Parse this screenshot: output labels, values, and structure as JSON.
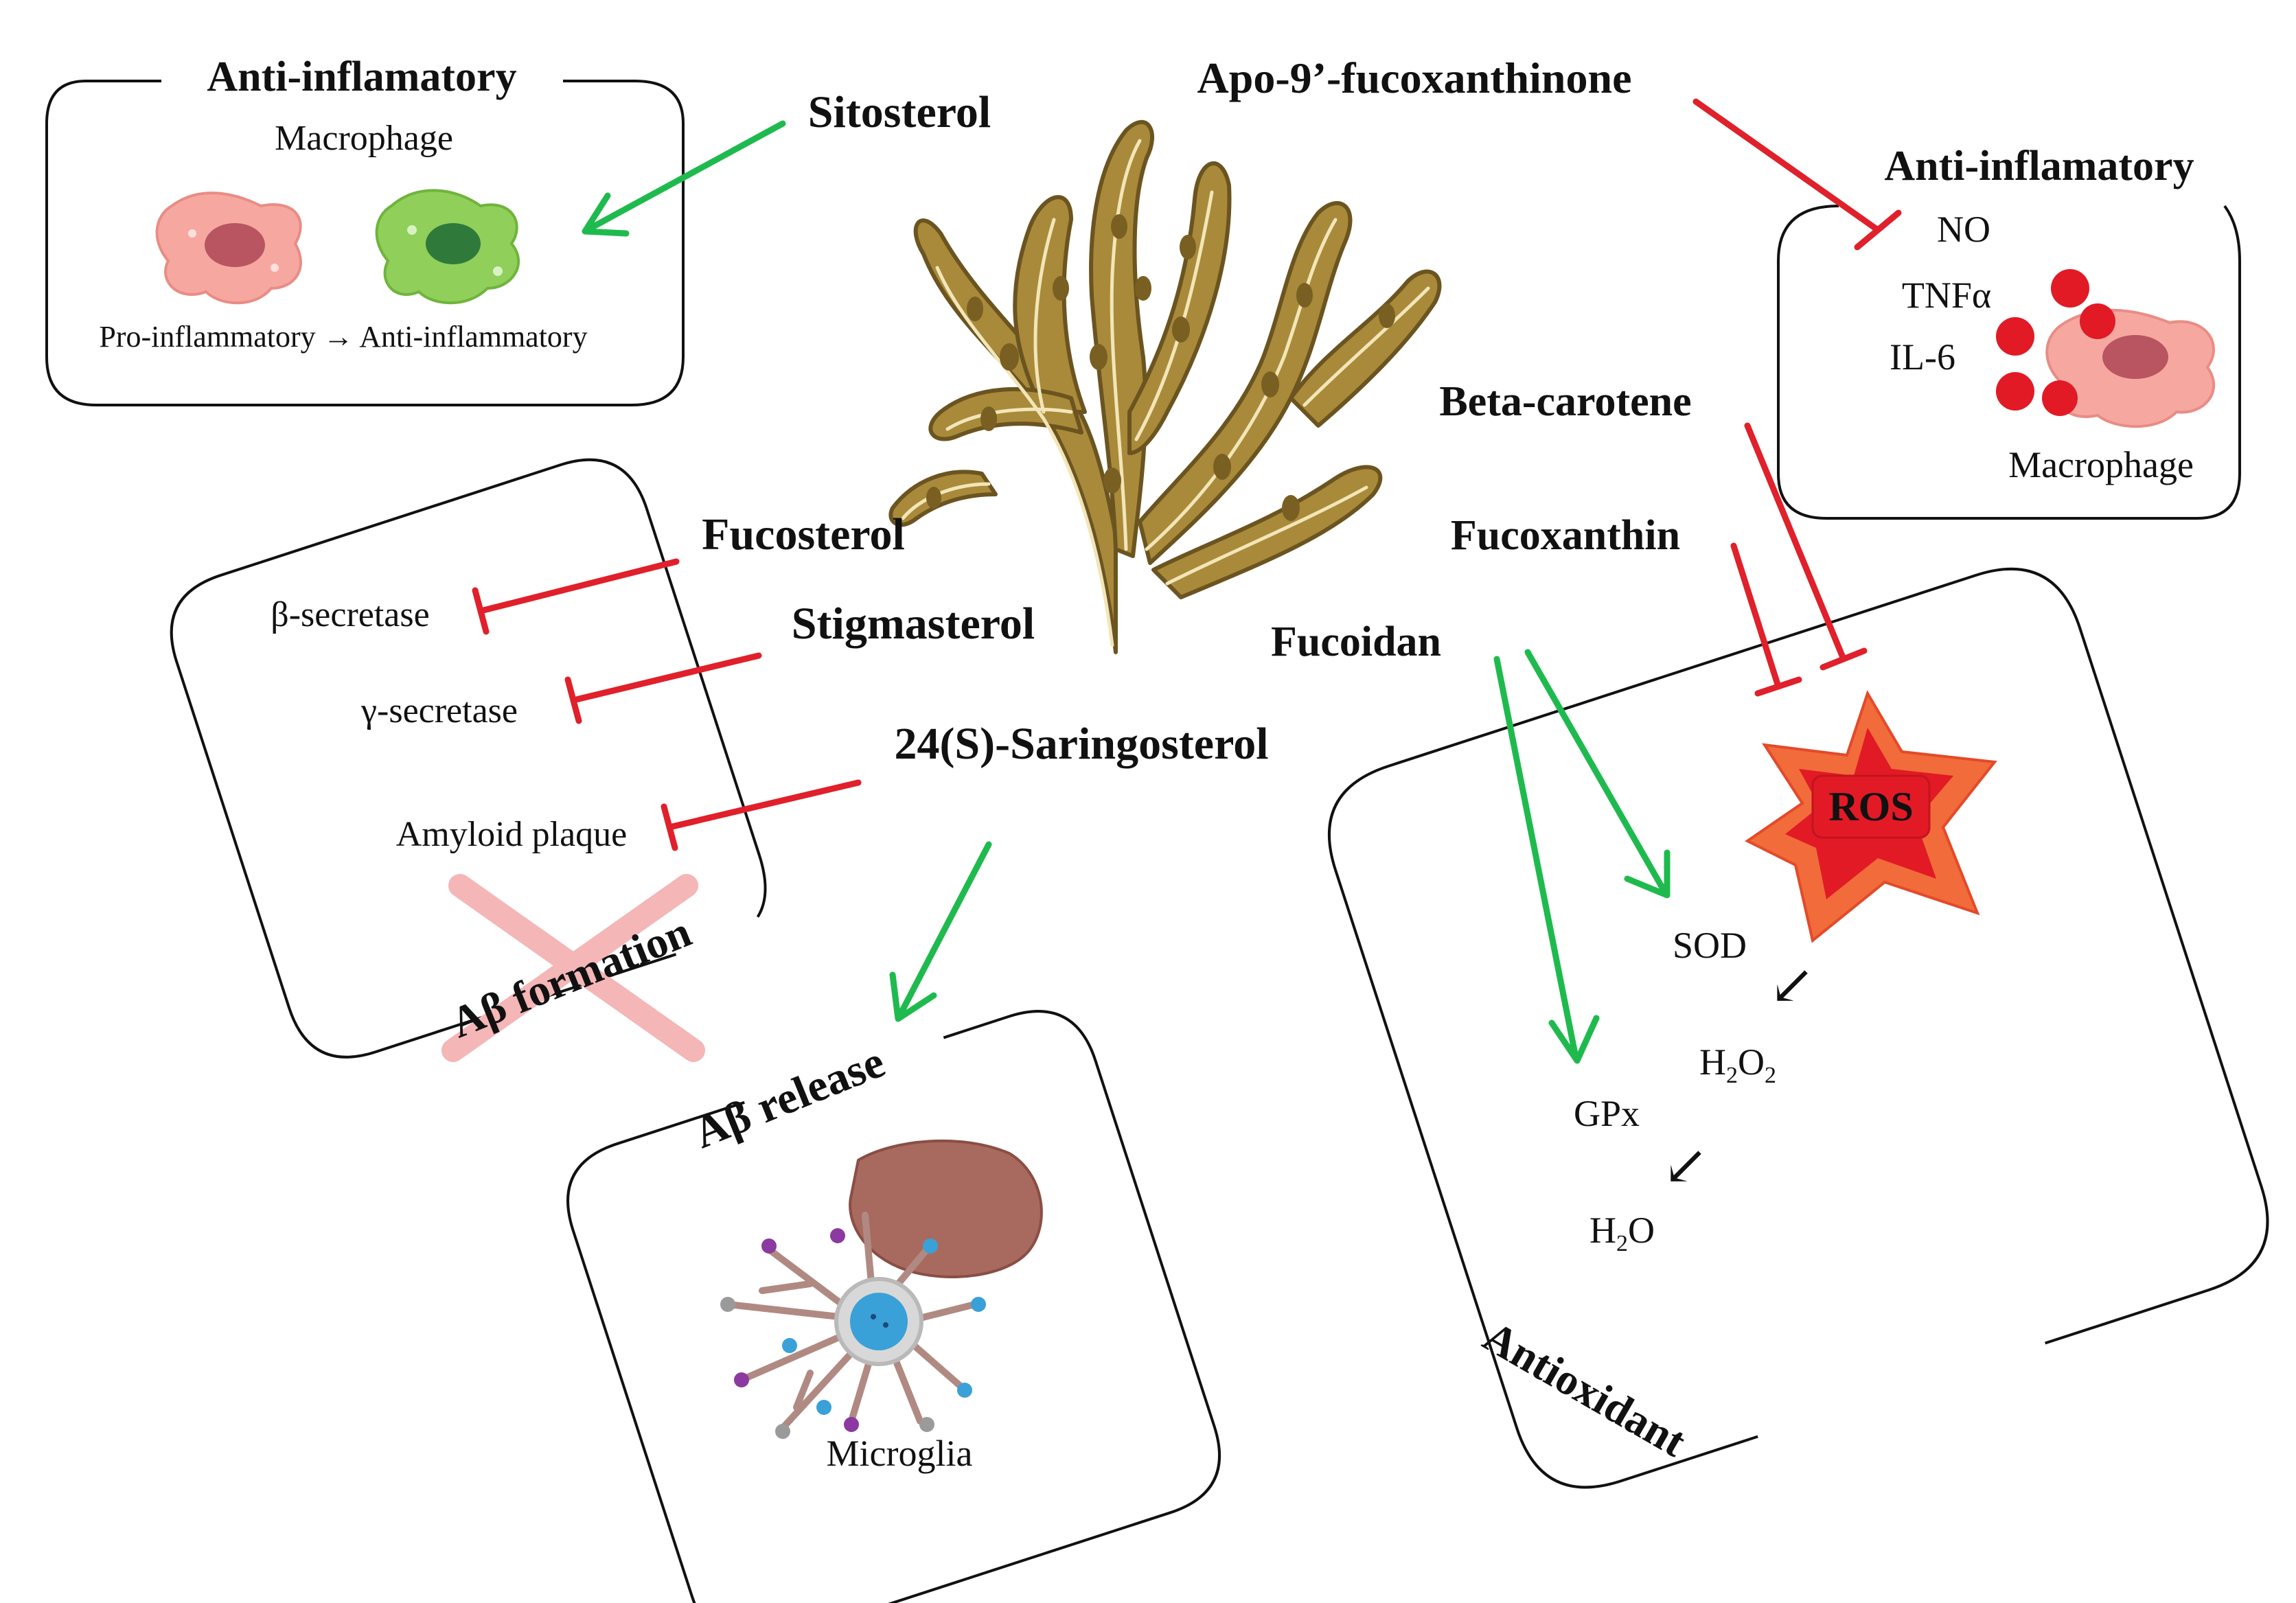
{
  "colors": {
    "inhibit": "#e0202a",
    "activate": "#1fba4e",
    "seaweed": "#a88a3a",
    "ros_outer": "#f26b3a",
    "ros_inner": "#e11a25",
    "cytokine_dot": "#e11a25"
  },
  "compounds": {
    "sitosterol": "Sitosterol",
    "apo": "Apo-9’-fucoxanthinone",
    "beta_carotene": "Beta-carotene",
    "fucoxanthin": "Fucoxanthin",
    "fucoidan": "Fucoidan",
    "fucosterol": "Fucosterol",
    "stigmasterol": "Stigmasterol",
    "saringosterol": "24(S)-Saringosterol"
  },
  "box_left_top": {
    "title": "Anti-inflamatory",
    "subtitle": "Macrophage",
    "caption": "Pro-inflammatory → Anti-inflammatory"
  },
  "box_right_top": {
    "title": "Anti-inflamatory",
    "markers": [
      "NO",
      "TNFα",
      "IL-6"
    ],
    "caption": "Macrophage"
  },
  "box_secretase": {
    "items": [
      "β-secretase",
      "γ-secretase",
      "Amyloid plaque"
    ],
    "title": "Aβ formation"
  },
  "box_release": {
    "title": "Aβ release",
    "caption": "Microglia"
  },
  "box_antioxidant": {
    "title": "Antioxidant",
    "ros": "ROS",
    "sod": "SOD",
    "h2o2_main": "H",
    "h2o2_sub1": "2",
    "h2o2_mid": "O",
    "h2o2_sub2": "2",
    "gpx": "GPx",
    "h2o_main": "H",
    "h2o_sub": "2",
    "h2o_end": "O",
    "arrow_glyph": "↙"
  }
}
